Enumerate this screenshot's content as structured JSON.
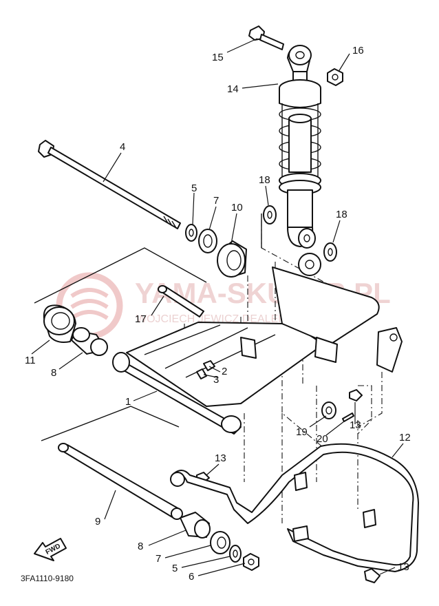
{
  "diagram": {
    "code": "3FA1110-9180",
    "fwd_label": "FWD",
    "callouts": {
      "c1": "1",
      "c2": "2",
      "c3": "3",
      "c4": "4",
      "c5a": "5",
      "c5b": "5",
      "c6": "6",
      "c7a": "7",
      "c7b": "7",
      "c8a": "8",
      "c8b": "8",
      "c9": "9",
      "c10": "10",
      "c11": "11",
      "c12": "12",
      "c13a": "13",
      "c13b": "13",
      "c13c": "13",
      "c14": "14",
      "c15": "15",
      "c16": "16",
      "c17": "17",
      "c18a": "18",
      "c18b": "18",
      "c19": "19",
      "c20": "20"
    }
  },
  "watermark": {
    "brand": "YAMA-SKUTER.PL",
    "subline": "WOJCIECH JEWICZ DEALER YAMAHA",
    "color": "#e8b0b0"
  }
}
